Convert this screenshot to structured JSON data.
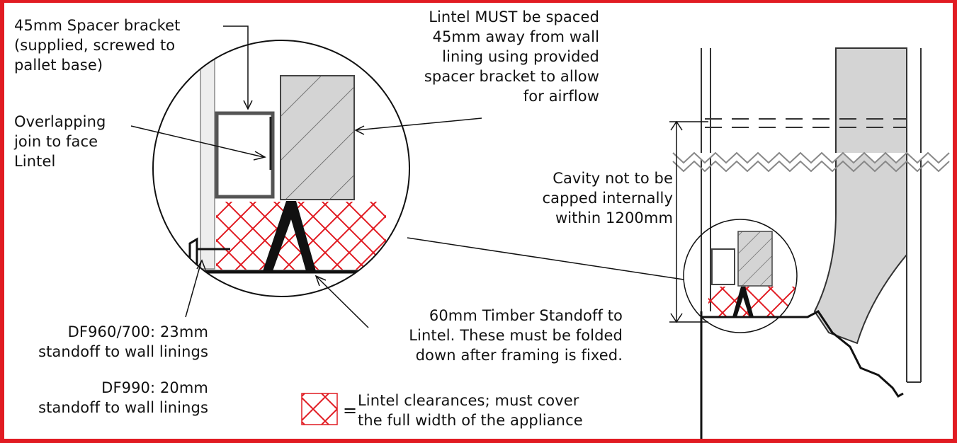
{
  "labels": {
    "spacer_bracket": [
      "45mm Spacer bracket",
      "(supplied, screwed to",
      "pallet base)"
    ],
    "overlapping_join": [
      "Overlapping",
      "join to face",
      "Lintel"
    ],
    "lintel_spacing": [
      "Lintel MUST be spaced",
      "45mm away from wall",
      "lining using provided",
      "spacer bracket to allow",
      "for airflow"
    ],
    "cavity": [
      "Cavity not to be",
      "capped internally",
      "within 1200mm"
    ],
    "df960": [
      "DF960/700: 23mm",
      "standoff to wall linings"
    ],
    "df990": [
      "DF990: 20mm",
      "standoff to wall linings"
    ],
    "timber_standoff": [
      "60mm Timber Standoff to",
      "Lintel. These must be folded",
      "down after framing is fixed."
    ],
    "legend_equals": "=",
    "legend_text": [
      "Lintel clearances; must cover",
      "the full width of the appliance"
    ]
  },
  "colors": {
    "frame": "#e11b22",
    "hatch": "#e11b22",
    "lintel_fill": "#d4d4d4",
    "line": "#111111"
  }
}
